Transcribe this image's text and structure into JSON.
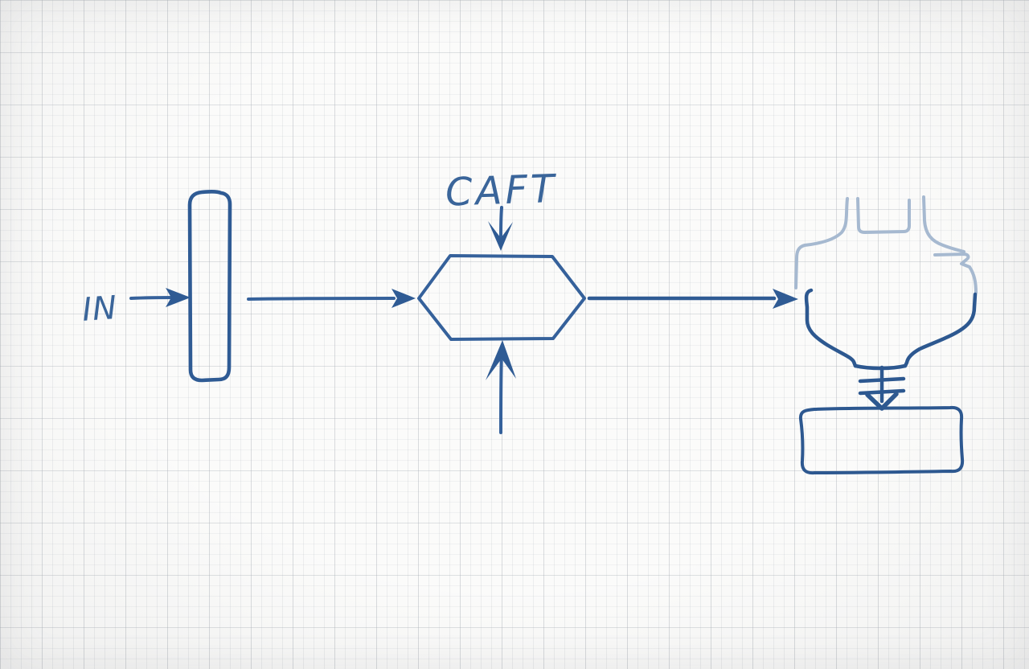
{
  "canvas": {
    "labels": {
      "input": "IN",
      "process": "CAFT"
    },
    "colors": {
      "ink": "#35619b",
      "ink_dark": "#2d5890",
      "ink_faded": "#a6b9d0",
      "paper": "#fbfbfa",
      "grid_minor": "#ececeb",
      "grid_major": "#e0e0de"
    },
    "nodes": [
      {
        "id": "input-label",
        "type": "text",
        "text": "IN"
      },
      {
        "id": "tall-bar",
        "type": "rounded-rect",
        "orientation": "vertical"
      },
      {
        "id": "process-hexagon",
        "type": "hexagon",
        "label_above": "CAFT"
      },
      {
        "id": "funnel-sketch",
        "type": "freehand-funnel",
        "style": "top-half-faded"
      },
      {
        "id": "output-box",
        "type": "rounded-rect",
        "orientation": "horizontal"
      }
    ],
    "edges": [
      {
        "from": "input-label",
        "to": "tall-bar",
        "type": "arrow-right"
      },
      {
        "from": "tall-bar",
        "to": "process-hexagon",
        "type": "arrow-right"
      },
      {
        "from": "caft-label",
        "to": "process-hexagon",
        "type": "arrow-down"
      },
      {
        "from": "below-canvas",
        "to": "process-hexagon",
        "type": "arrow-up"
      },
      {
        "from": "process-hexagon",
        "to": "funnel-sketch",
        "type": "arrow-right"
      },
      {
        "from": "funnel-sketch",
        "to": "output-box",
        "type": "arrow-down-double-hash"
      }
    ]
  }
}
